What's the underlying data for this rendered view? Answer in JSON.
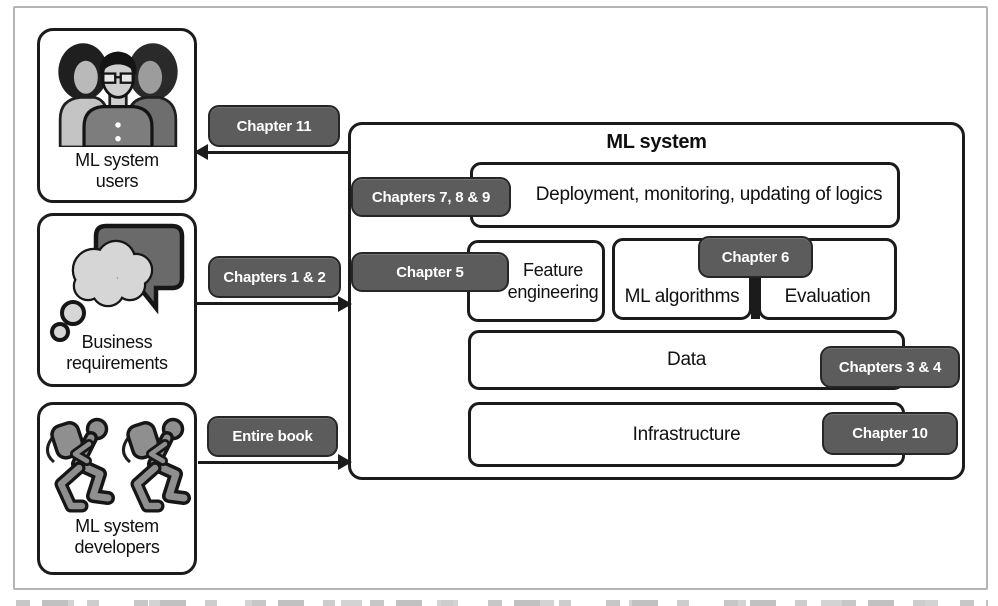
{
  "system": {
    "title": "ML system",
    "components": {
      "deployment": "Deployment, monitoring, updating of logics",
      "feature_line1": "Feature",
      "feature_line2": "engineering",
      "ml_algorithms": "ML algorithms",
      "evaluation": "Evaluation",
      "data": "Data",
      "infrastructure": "Infrastructure"
    }
  },
  "actors": {
    "users_line1": "ML system",
    "users_line2": "users",
    "business_line1": "Business",
    "business_line2": "requirements",
    "developers_line1": "ML system",
    "developers_line2": "developers"
  },
  "badges": {
    "ch11": "Chapter 11",
    "ch12": "Chapters 1 & 2",
    "entire_book": "Entire book",
    "ch789": "Chapters 7, 8 & 9",
    "ch5": "Chapter 5",
    "ch6": "Chapter 6",
    "ch34": "Chapters 3 & 4",
    "ch10": "Chapter 10"
  },
  "icons": {
    "users": "group-of-users-icon",
    "business": "thought-and-speech-bubble-icon",
    "developers": "running-developers-icon"
  },
  "colors": {
    "badge_fill": "#5c5c5c",
    "badge_border": "#262626",
    "badge_text": "#ffffff",
    "line": "#1b1b1b",
    "frame_border": "#b5b5b5",
    "icon_dark": "#1f1f1f",
    "icon_mid": "#8f8f8f",
    "icon_light": "#d6d6d6",
    "icon_body_light": "#c4c4c4",
    "icon_body_dark": "#6e6e6e",
    "icon_face": "#cfcfcf",
    "bubble_fill": "#6a6a6a"
  }
}
